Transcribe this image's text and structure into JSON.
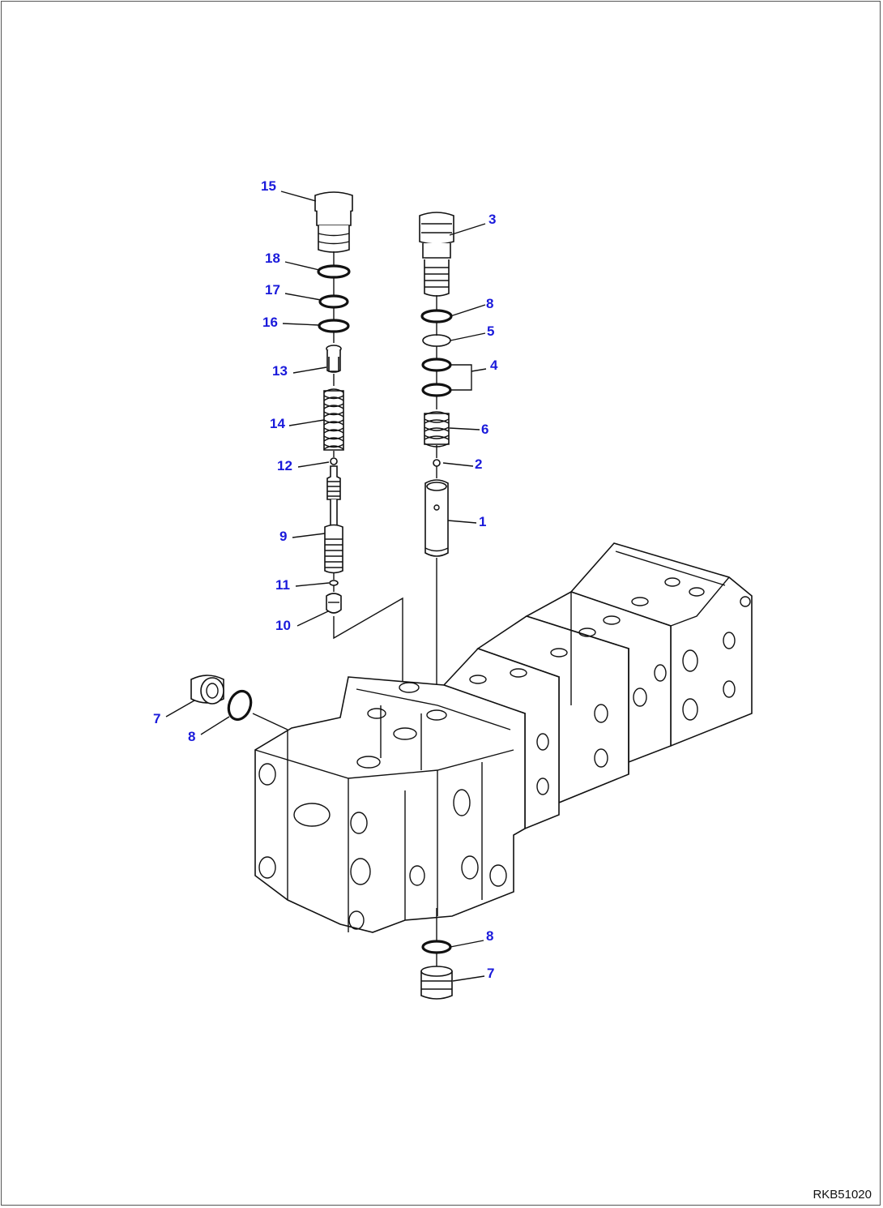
{
  "diagram": {
    "drawing_code": "RKB51020",
    "callouts": [
      {
        "id": "15",
        "text": "15"
      },
      {
        "id": "18",
        "text": "18"
      },
      {
        "id": "17",
        "text": "17"
      },
      {
        "id": "16",
        "text": "16"
      },
      {
        "id": "13",
        "text": "13"
      },
      {
        "id": "14",
        "text": "14"
      },
      {
        "id": "12",
        "text": "12"
      },
      {
        "id": "9",
        "text": "9"
      },
      {
        "id": "11",
        "text": "11"
      },
      {
        "id": "10",
        "text": "10"
      },
      {
        "id": "3",
        "text": "3"
      },
      {
        "id": "8a",
        "text": "8"
      },
      {
        "id": "5",
        "text": "5"
      },
      {
        "id": "4",
        "text": "4"
      },
      {
        "id": "6",
        "text": "6"
      },
      {
        "id": "2",
        "text": "2"
      },
      {
        "id": "1",
        "text": "1"
      },
      {
        "id": "7a",
        "text": "7"
      },
      {
        "id": "8b",
        "text": "8"
      },
      {
        "id": "8c",
        "text": "8"
      },
      {
        "id": "7b",
        "text": "7"
      }
    ],
    "colors": {
      "callout": "#1a1adb",
      "line": "#111111"
    }
  }
}
